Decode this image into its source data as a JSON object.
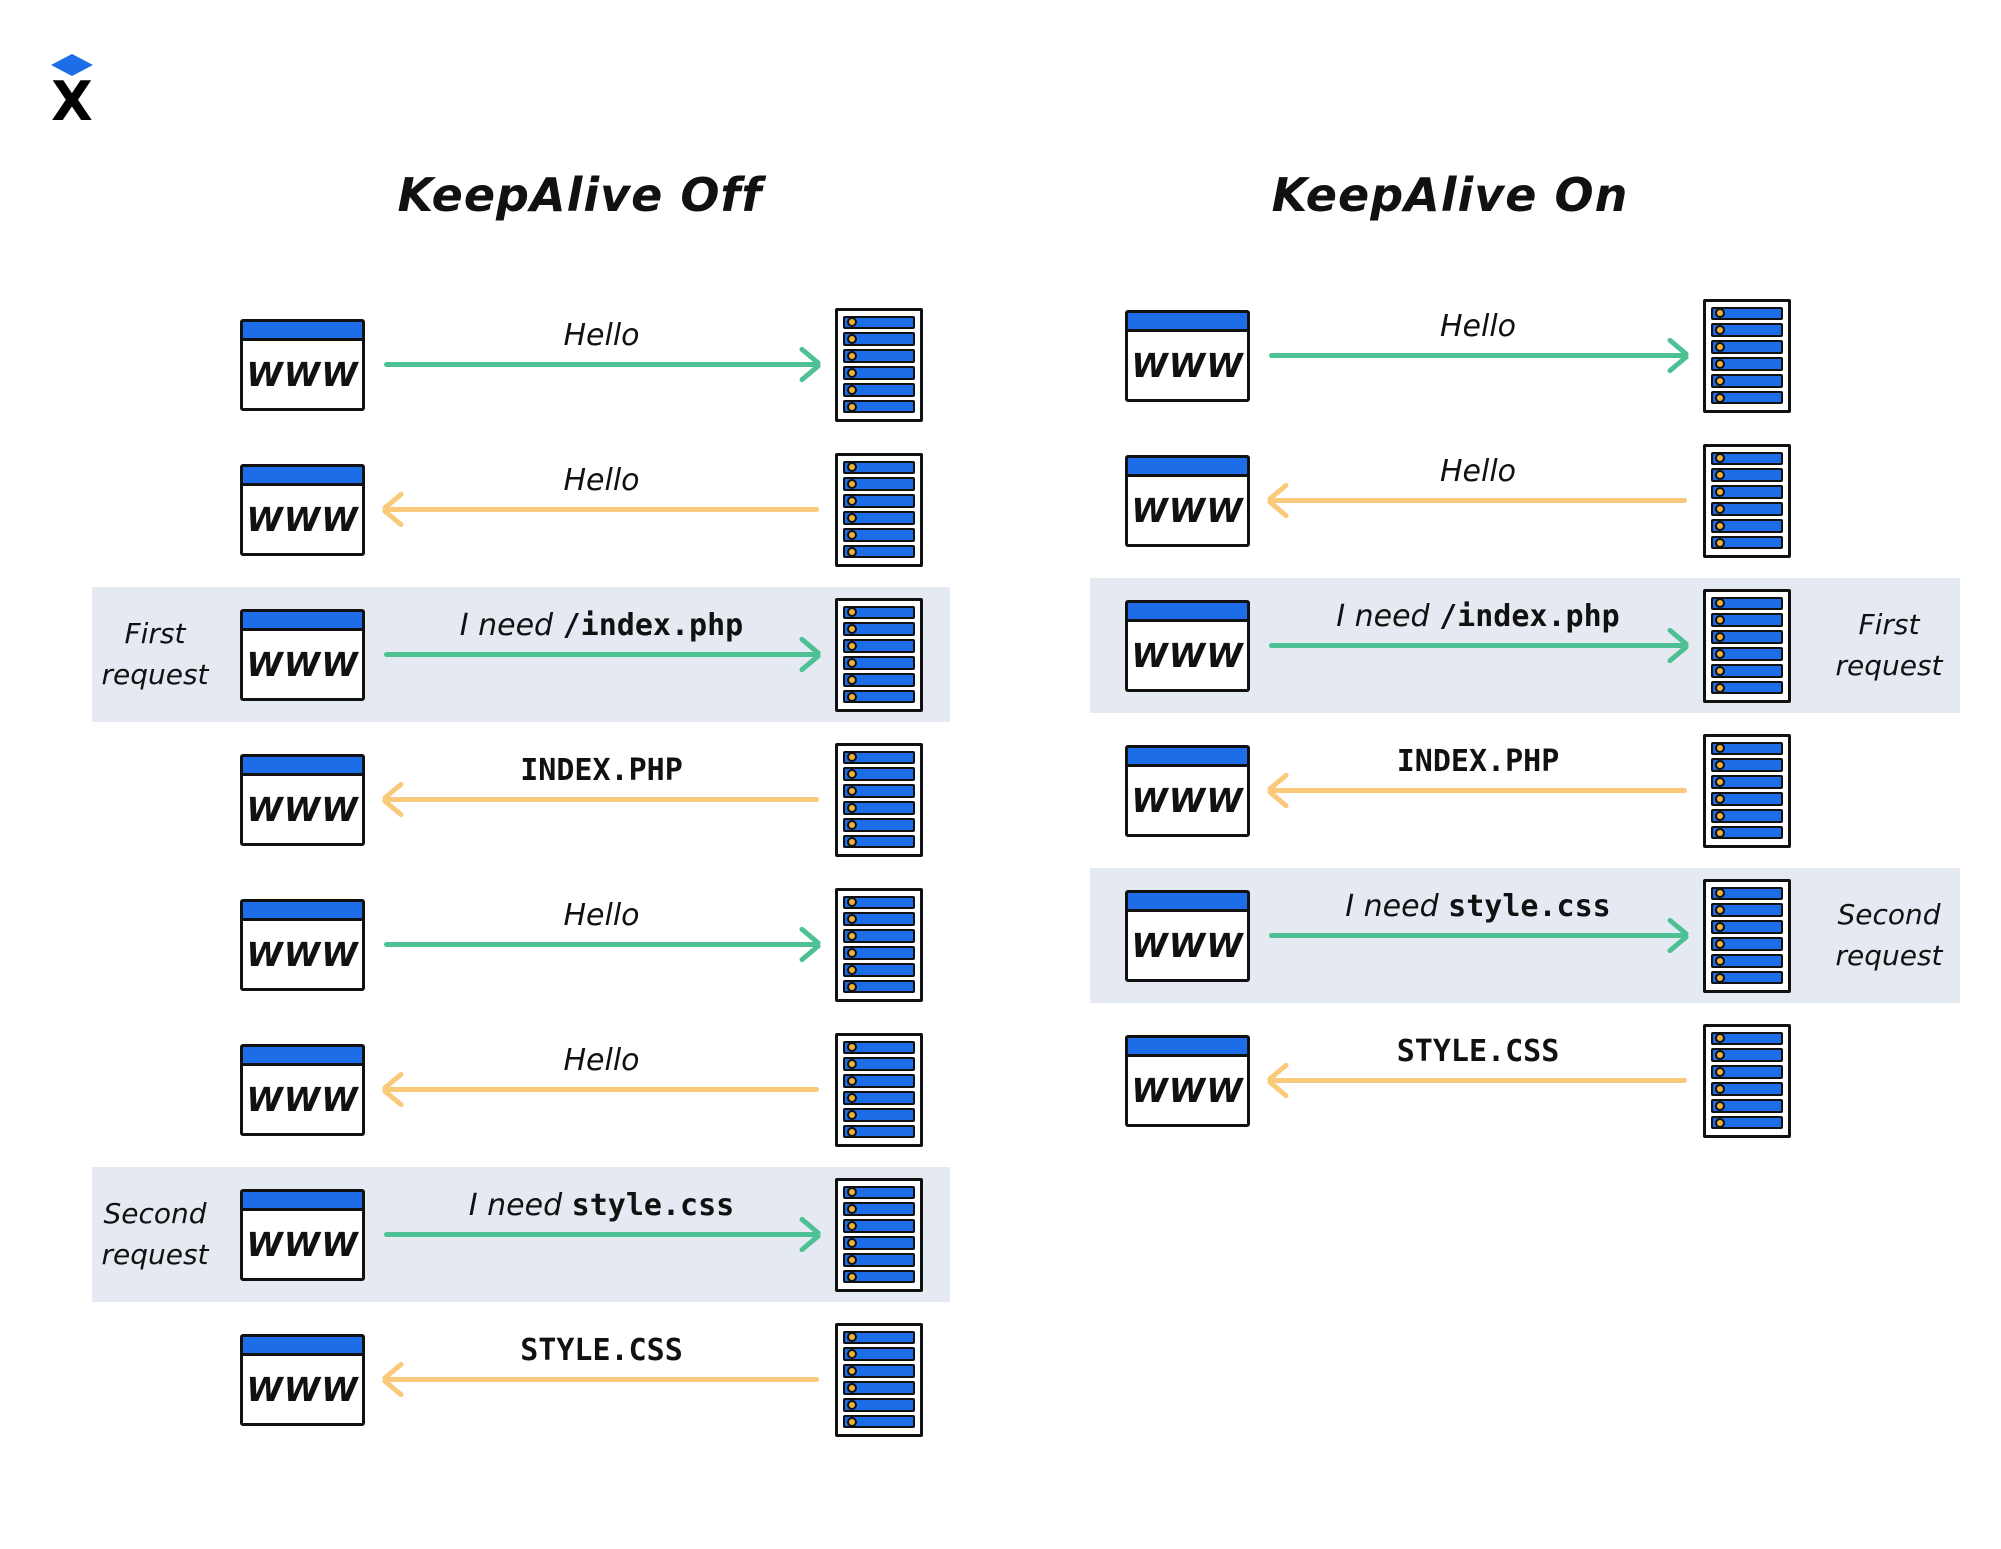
{
  "logo": {
    "letter": "X"
  },
  "colors": {
    "blue": "#1D6CE8",
    "green": "#4DC194",
    "orange": "#FAC97A",
    "led_yellow": "#F0B03C",
    "highlight_bg": "#E5E9F1",
    "ink": "#111111"
  },
  "server_slots": 6,
  "left_panel": {
    "title": "KeepAlive Off",
    "browser_label": "WWW",
    "rows": [
      {
        "script": "Hello",
        "mono": "",
        "dir": "right",
        "tone": "green",
        "highlight": false,
        "side": ""
      },
      {
        "script": "Hello",
        "mono": "",
        "dir": "left",
        "tone": "orange",
        "highlight": false,
        "side": ""
      },
      {
        "script": "I need ",
        "mono": "/index.php",
        "dir": "right",
        "tone": "green",
        "highlight": true,
        "side": "First request"
      },
      {
        "script": "",
        "mono": "INDEX.PHP",
        "dir": "left",
        "tone": "orange",
        "highlight": false,
        "side": ""
      },
      {
        "script": "Hello",
        "mono": "",
        "dir": "right",
        "tone": "green",
        "highlight": false,
        "side": ""
      },
      {
        "script": "Hello",
        "mono": "",
        "dir": "left",
        "tone": "orange",
        "highlight": false,
        "side": ""
      },
      {
        "script": "I need ",
        "mono": "style.css",
        "dir": "right",
        "tone": "green",
        "highlight": true,
        "side": "Second request"
      },
      {
        "script": "",
        "mono": "STYLE.CSS",
        "dir": "left",
        "tone": "orange",
        "highlight": false,
        "side": ""
      }
    ]
  },
  "right_panel": {
    "title": "KeepAlive On",
    "browser_label": "WWW",
    "rows": [
      {
        "script": "Hello",
        "mono": "",
        "dir": "right",
        "tone": "green",
        "highlight": false,
        "side": ""
      },
      {
        "script": "Hello",
        "mono": "",
        "dir": "left",
        "tone": "orange",
        "highlight": false,
        "side": ""
      },
      {
        "script": "I need ",
        "mono": "/index.php",
        "dir": "right",
        "tone": "green",
        "highlight": true,
        "side": "First request"
      },
      {
        "script": "",
        "mono": "INDEX.PHP",
        "dir": "left",
        "tone": "orange",
        "highlight": false,
        "side": ""
      },
      {
        "script": "I need ",
        "mono": "style.css",
        "dir": "right",
        "tone": "green",
        "highlight": true,
        "side": "Second request"
      },
      {
        "script": "",
        "mono": "STYLE.CSS",
        "dir": "left",
        "tone": "orange",
        "highlight": false,
        "side": ""
      }
    ]
  }
}
